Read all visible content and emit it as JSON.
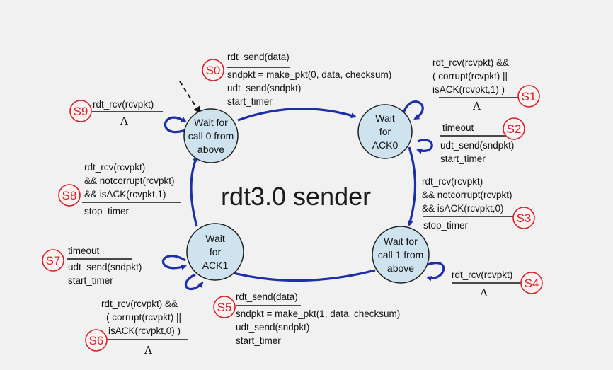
{
  "title": "rdt3.0 sender",
  "states": {
    "wait_call0": [
      "Wait for",
      "call 0 from",
      "above"
    ],
    "wait_ack0": [
      "Wait",
      "for",
      "ACK0"
    ],
    "wait_call1": [
      "Wait for",
      "call 1 from",
      "above"
    ],
    "wait_ack1": [
      "Wait",
      "for",
      "ACK1"
    ]
  },
  "transitions": {
    "s0": {
      "badge": "S0",
      "event": "rdt_send(data)",
      "actions": [
        "sndpkt = make_pkt(0, data, checksum)",
        "udt_send(sndpkt)",
        "start_timer"
      ]
    },
    "s1": {
      "badge": "S1",
      "event": [
        "rdt_rcv(rcvpkt) &&",
        "( corrupt(rcvpkt) ||",
        "isACK(rcvpkt,1) )"
      ],
      "action": "Λ"
    },
    "s2": {
      "badge": "S2",
      "event": "timeout",
      "actions": [
        "udt_send(sndpkt)",
        "start_timer"
      ]
    },
    "s3": {
      "badge": "S3",
      "event": [
        "rdt_rcv(rcvpkt)",
        "&& notcorrupt(rcvpkt)",
        "&& isACK(rcvpkt,0)"
      ],
      "action": "stop_timer"
    },
    "s4": {
      "badge": "S4",
      "event": "rdt_rcv(rcvpkt)",
      "action": "Λ"
    },
    "s5": {
      "badge": "S5",
      "event": "rdt_send(data)",
      "actions": [
        "sndpkt = make_pkt(1, data, checksum)",
        "udt_send(sndpkt)",
        "start_timer"
      ]
    },
    "s6": {
      "badge": "S6",
      "event": [
        "rdt_rcv(rcvpkt) &&",
        "( corrupt(rcvpkt) ||",
        "isACK(rcvpkt,0) )"
      ],
      "action": "Λ"
    },
    "s7": {
      "badge": "S7",
      "event": "timeout",
      "actions": [
        "udt_send(sndpkt)",
        "start_timer"
      ]
    },
    "s8": {
      "badge": "S8",
      "event": [
        "rdt_rcv(rcvpkt)",
        "&& notcorrupt(rcvpkt)",
        "&& isACK(rcvpkt,1)"
      ],
      "action": "stop_timer"
    },
    "s9": {
      "badge": "S9",
      "event": "rdt_rcv(rcvpkt)",
      "action": "Λ"
    }
  },
  "colors": {
    "state_fill": "#cfe3ee",
    "arrow": "#1d2fa8",
    "badge": "#d81f26",
    "background": "#f1f1f1"
  }
}
